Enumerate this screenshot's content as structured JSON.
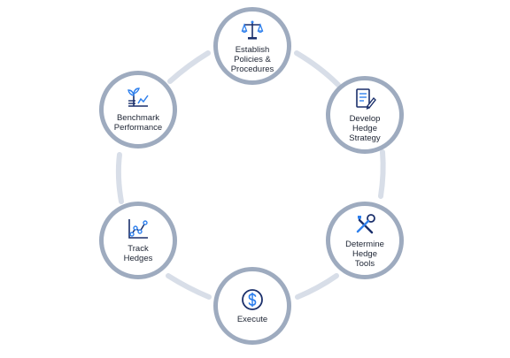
{
  "diagram": {
    "steps": [
      {
        "id": "establish",
        "label": "Establish\nPolicies &\nProcedures",
        "icon": "scales-icon"
      },
      {
        "id": "develop",
        "label": "Develop\nHedge\nStrategy",
        "icon": "document-pen-icon"
      },
      {
        "id": "determine",
        "label": "Determine\nHedge\nTools",
        "icon": "tools-icon"
      },
      {
        "id": "execute",
        "label": "Execute",
        "icon": "dollar-icon"
      },
      {
        "id": "track",
        "label": "Track\nHedges",
        "icon": "line-chart-icon"
      },
      {
        "id": "benchmark",
        "label": "Benchmark\nPerformance",
        "icon": "plant-growth-icon"
      }
    ],
    "colors": {
      "node_border": "#9eabbf",
      "connector": "#d8dee8",
      "icon_dark": "#1a2f6b",
      "icon_accent": "#2f80ed",
      "text": "#1d2433"
    }
  }
}
